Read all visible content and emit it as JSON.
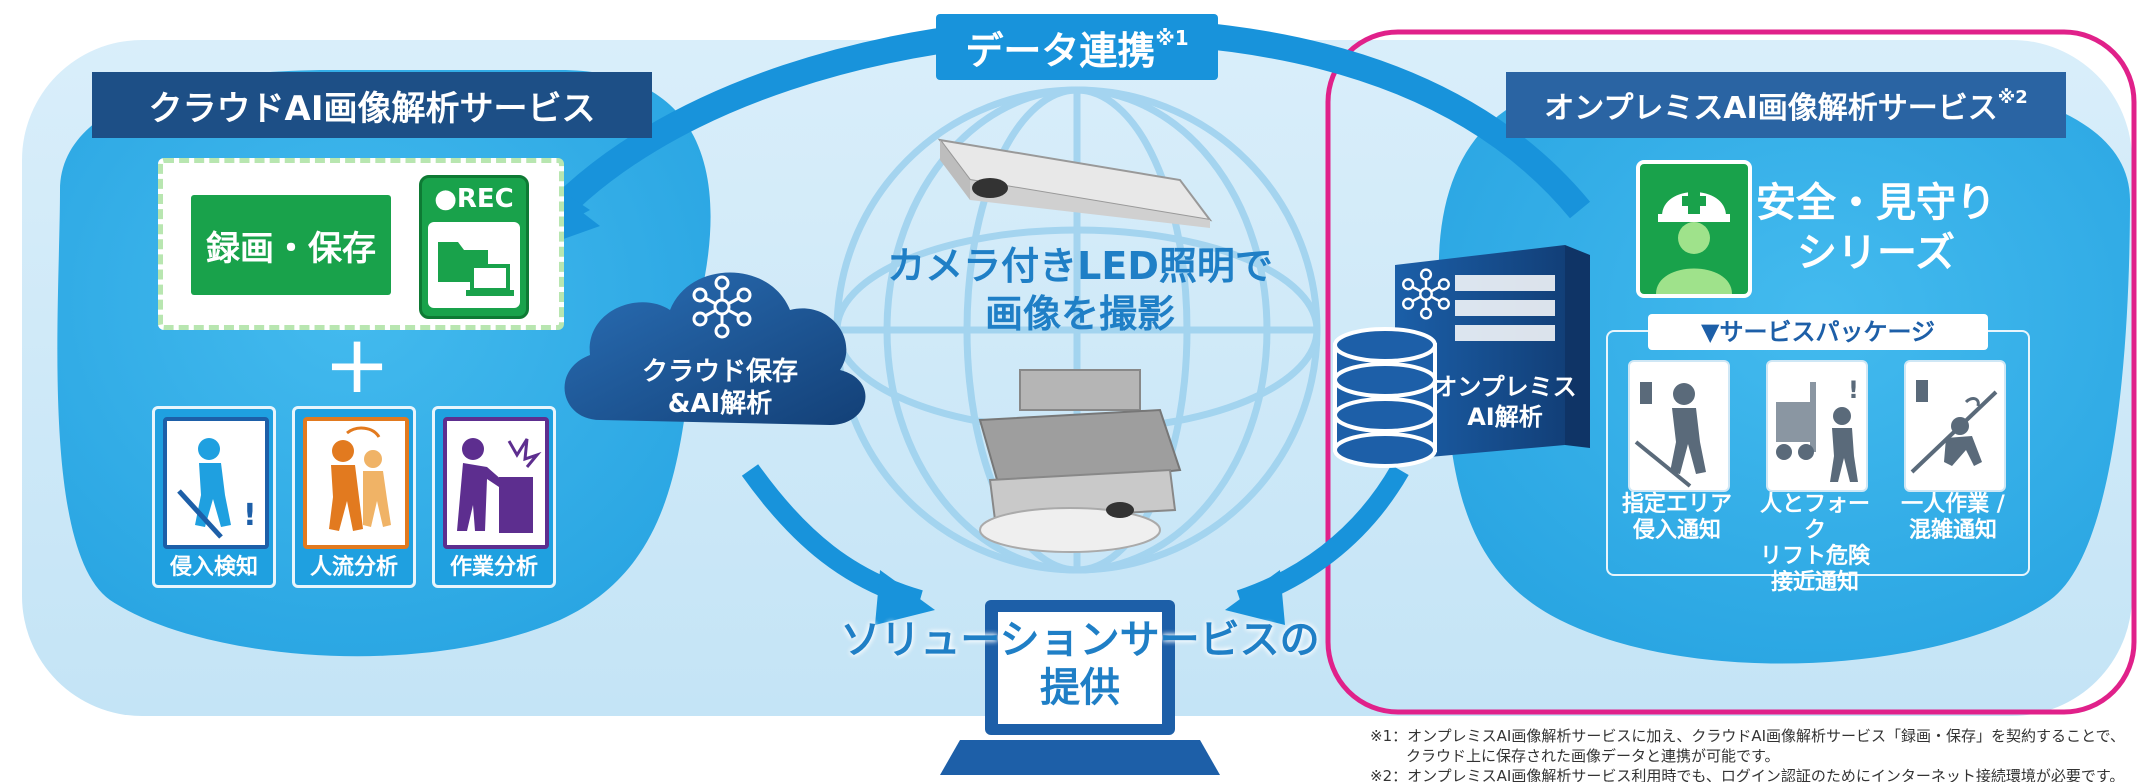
{
  "header": {
    "data_link_label": "データ連携",
    "data_link_note_mark": "※1"
  },
  "cloud_service": {
    "title": "クラウドAI画像解析サービス",
    "record_label": "録画・保存",
    "rec_badge": "●REC",
    "plus": "+",
    "features": [
      {
        "label": "侵入検知",
        "icon": "intrusion-icon"
      },
      {
        "label": "人流分析",
        "icon": "people-flow-icon"
      },
      {
        "label": "作業分析",
        "icon": "work-analysis-icon"
      }
    ]
  },
  "cloud_ai": {
    "line1": "クラウド保存",
    "line2": "&AI解析"
  },
  "center": {
    "line1": "カメラ付きLED照明で",
    "line2": "画像を撮影"
  },
  "solution": {
    "line1": "ソリューションサービスの",
    "line2": "提供"
  },
  "onprem_service": {
    "title": "オンプレミスAI画像解析サービス",
    "title_note_mark": "※2",
    "server_line1": "オンプレミス",
    "server_line2": "AI解析",
    "series_line1": "安全・見守り",
    "series_line2": "シリーズ",
    "package_label": "▼サービスパッケージ",
    "packages": [
      {
        "lines": [
          "指定エリア",
          "侵入通知"
        ],
        "icon": "restricted-area-icon"
      },
      {
        "lines": [
          "人とフォーク",
          "リフト危険",
          "接近通知"
        ],
        "icon": "forklift-icon"
      },
      {
        "lines": [
          "一人作業 /",
          "混雑通知"
        ],
        "icon": "lone-worker-icon"
      }
    ]
  },
  "notes": {
    "note1_line1": "※1：オンプレミスAI画像解析サービスに加え、クラウドAI画像解析サービス「録画・保存」を契約することで、",
    "note1_line2": "クラウド上に保存された画像データと連携が可能です。",
    "note2": "※2：オンプレミスAI画像解析サービス利用時でも、ログイン認証のためにインターネット接続環境が必要です。"
  },
  "colors": {
    "dark_navy": "#1d4f86",
    "sky": "#27a9e6",
    "pale_sky": "#d8eef9",
    "accent_magenta": "#e0218a",
    "green": "#19a24b",
    "text_blue": "#1f7fc6"
  }
}
